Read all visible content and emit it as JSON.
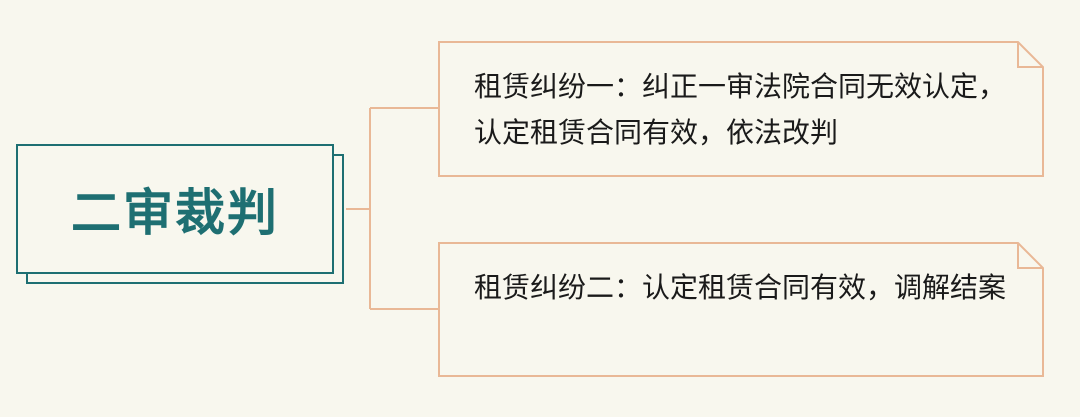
{
  "root": {
    "label": "二审裁判"
  },
  "branches": [
    {
      "text": "租赁纠纷一：纠正一审法院合同无效认定，认定租赁合同有效，依法改判"
    },
    {
      "text": "租赁纠纷二：认定租赁合同有效，调解结案"
    }
  ],
  "colors": {
    "background": "#f8f7ee",
    "root_accent": "#1e6f72",
    "branch_border": "#e9b896",
    "connector": "#e9b896"
  }
}
